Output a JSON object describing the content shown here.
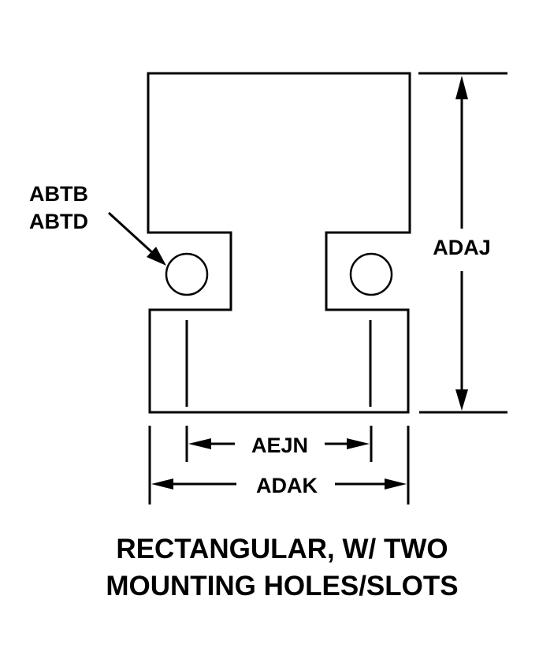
{
  "diagram": {
    "shape": "rectangular plate with two side notches containing mounting holes",
    "labels": {
      "hole_label_1": "ABTB",
      "hole_label_2": "ABTD",
      "height_label": "ADAJ",
      "hole_spacing_label": "AEJN",
      "width_label": "ADAK"
    },
    "caption": {
      "line1": "RECTANGULAR, W/ TWO",
      "line2": "MOUNTING HOLES/SLOTS"
    },
    "colors": {
      "ink": "#000000",
      "background": "#ffffff"
    }
  }
}
